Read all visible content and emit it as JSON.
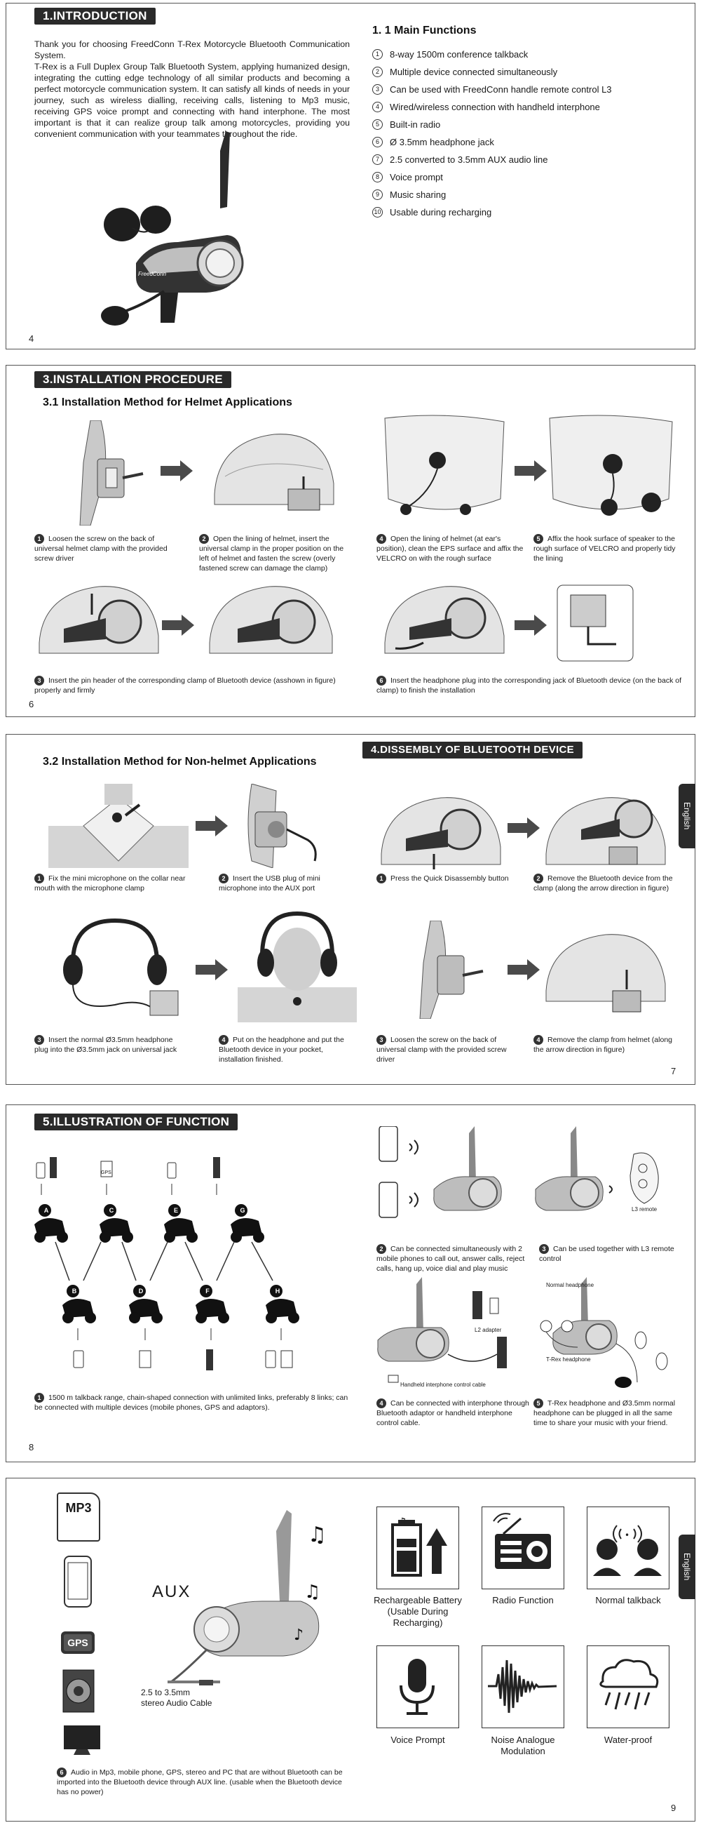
{
  "p1": {
    "heading": "1.INTRODUCTION",
    "intro_p1": "Thank you for choosing FreedConn T-Rex Motorcycle Bluetooth Communication System.",
    "intro_p2": "T-Rex is a Full Duplex Group Talk Bluetooth System, applying humanized design, integrating the cutting edge technology of all similar products and becoming a perfect motorcycle communication system. It can satisfy all kinds of needs in your journey, such as wireless dialling, receiving calls, listening to Mp3 music, receiving GPS voice prompt and connecting with hand interphone. The most important is that it can realize group talk among motorcycles, providing you convenient communication with your teammates throughout the ride.",
    "main_title": "1. 1  Main Functions",
    "functions": [
      {
        "n": "1",
        "t": "8-way 1500m conference talkback"
      },
      {
        "n": "2",
        "t": "Multiple device connected simultaneously"
      },
      {
        "n": "3",
        "t": "Can be used with FreedConn handle remote control L3"
      },
      {
        "n": "4",
        "t": "Wired/wireless connection with handheld interphone"
      },
      {
        "n": "5",
        "t": "Built-in radio"
      },
      {
        "n": "6",
        "t": "Ø 3.5mm headphone jack"
      },
      {
        "n": "7",
        "t": "2.5 converted to 3.5mm AUX audio line"
      },
      {
        "n": "8",
        "t": "Voice prompt"
      },
      {
        "n": "9",
        "t": "Music sharing"
      },
      {
        "n": "10",
        "t": "Usable during recharging"
      }
    ],
    "page_no": "4",
    "brand": "FreedConn"
  },
  "p2": {
    "heading": "3.INSTALLATION  PROCEDURE",
    "sub": "3.1  Installation Method for Helmet Applications",
    "steps": {
      "s1": {
        "n": "1",
        "t": "Loosen the screw on the back of universal helmet clamp with the provided screw driver"
      },
      "s2": {
        "n": "2",
        "t": "Open the lining of helmet, insert the universal clamp in the proper position on the left of helmet and fasten the screw (overly fastened screw can damage the clamp)"
      },
      "s3": {
        "n": "3",
        "t": "Insert the pin header of the corresponding clamp of Bluetooth device (asshown in figure) properly and firmly"
      },
      "s4": {
        "n": "4",
        "t": "Open the lining of helmet (at ear's position), clean the EPS surface and affix the VELCRO on with the rough surface"
      },
      "s5": {
        "n": "5",
        "t": "Affix the hook surface of speaker to the rough surface of VELCRO and properly tidy the lining"
      },
      "s6": {
        "n": "6",
        "t": "Insert the headphone plug into the corresponding jack of Bluetooth device (on the back of clamp) to finish the installation"
      }
    },
    "page_no": "6"
  },
  "p3": {
    "sub": "3.2  Installation Method for Non-helmet Applications",
    "heading": "4.DISSEMBLY  OF  BLUETOOTH DEVICE",
    "tab": "English",
    "steps": {
      "a1": {
        "n": "1",
        "t": "Fix the mini microphone on the collar near mouth with the microphone clamp"
      },
      "a2": {
        "n": "2",
        "t": "Insert the USB plug of mini microphone into the AUX port"
      },
      "a3": {
        "n": "3",
        "t": "Insert the normal Ø3.5mm headphone plug into the Ø3.5mm jack on universal jack"
      },
      "a4": {
        "n": "4",
        "t": "Put on the headphone and put the Bluetooth device in your pocket, installation finished."
      },
      "b1": {
        "n": "1",
        "t": "Press the Quick Disassembly button"
      },
      "b2": {
        "n": "2",
        "t": "Remove the Bluetooth device from the clamp (along the arrow direction in figure)"
      },
      "b3": {
        "n": "3",
        "t": "Loosen the screw on the back of universal clamp with the provided screw driver"
      },
      "b4": {
        "n": "4",
        "t": "Remove the clamp from helmet (along the arrow direction in figure)"
      }
    },
    "page_no": "7"
  },
  "p4": {
    "heading": "5.ILLUSTRATION OF FUNCTION",
    "gps": "GPS",
    "riders_top": [
      "A",
      "C",
      "E",
      "G"
    ],
    "riders_bottom": [
      "B",
      "D",
      "F",
      "H"
    ],
    "cap1": {
      "n": "1",
      "t": "1500 m talkback range, chain-shaped connection with unlimited links, preferably 8 links; can be connected with multiple devices (mobile phones, GPS and adaptors)."
    },
    "cap2": {
      "n": "2",
      "t": "Can be connected simultaneously with 2 mobile phones to call out, answer calls, reject calls, hang up, voice dial and play music"
    },
    "cap3": {
      "n": "3",
      "t": "Can be used together with L3 remote control"
    },
    "cap4": {
      "n": "4",
      "t": "Can be connected with interphone through Bluetooth adaptor or handheld interphone control cable."
    },
    "cap5": {
      "n": "5",
      "t": "T-Rex headphone and Ø3.5mm normal headphone can be plugged in all the same time to share your music with your friend."
    },
    "l3_label": "L3 remote",
    "l2_label": "L2 adapter",
    "cable_label": "Handheld interphone control cable",
    "normal_hp": "Normal headphone",
    "trex_hp": "T-Rex headphone",
    "page_no": "8"
  },
  "p5": {
    "mp3": "MP3",
    "gps": "GPS",
    "aux": "AUX",
    "cable": "2.5 to 3.5mm\nstereo Audio Cable",
    "cable_l1": "2.5 to 3.5mm",
    "cable_l2": "stereo Audio Cable",
    "cap6": {
      "n": "6",
      "t": "Audio in Mp3, mobile phone, GPS, stereo and PC that are without Bluetooth can be imported into the Bluetooth device through AUX line. (usable when the Bluetooth device has no power)"
    },
    "features": [
      {
        "l1": "Rechargeable Battery",
        "l2": "(Usable During Recharging)"
      },
      {
        "l1": "Radio Function",
        "l2": ""
      },
      {
        "l1": "Normal talkback",
        "l2": ""
      },
      {
        "l1": "Voice Prompt",
        "l2": ""
      },
      {
        "l1": "Noise Analogue",
        "l2": "Modulation"
      },
      {
        "l1": "Water-proof",
        "l2": ""
      }
    ],
    "tab": "English",
    "page_no": "9"
  }
}
